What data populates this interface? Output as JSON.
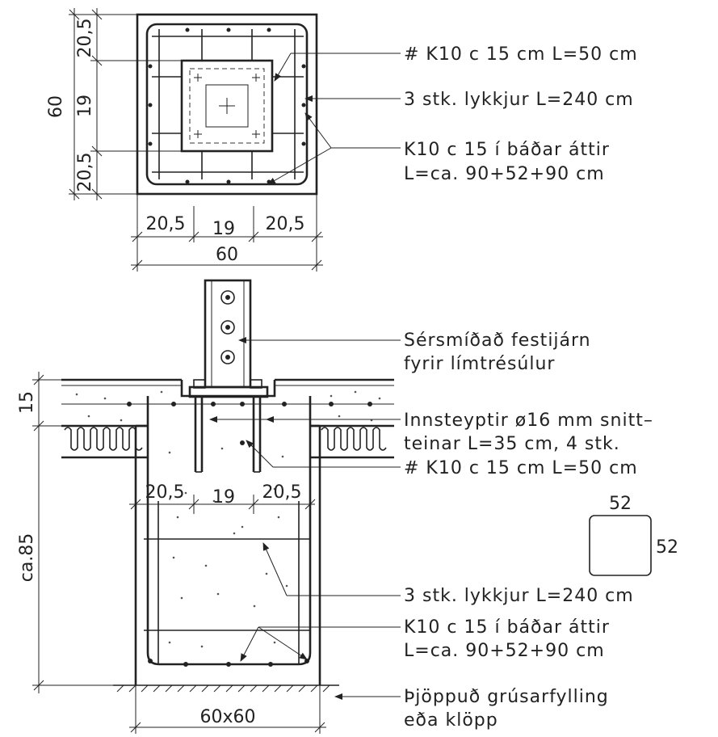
{
  "plan": {
    "dims": {
      "left_top": "20,5",
      "left_mid": "19",
      "left_bot": "20,5",
      "left_total": "60",
      "bottom_left": "20,5",
      "bottom_mid": "19",
      "bottom_right": "20,5",
      "bottom_total": "60"
    },
    "labels": {
      "mesh": "# K10 c 15 cm L=50 cm",
      "loops": "3 stk. lykkjur L=240 cm",
      "bars_line1": "K10 c 15 í báðar áttir",
      "bars_line2": "L=ca. 90+52+90 cm"
    }
  },
  "section": {
    "dims": {
      "slab": "15",
      "depth": "ca.85",
      "inner_left": "20,5",
      "inner_mid": "19",
      "inner_right": "20,5",
      "base": "60x60"
    },
    "labels": {
      "bracket_line1": "Sérsmíðað festijárn",
      "bracket_line2": "fyrir límtrésúlur",
      "bolts_line1": "Innsteyptir ø16 mm snitt–",
      "bolts_line2": "teinar L=35 cm, 4 stk.",
      "mesh": "# K10 c 15 cm L=50 cm",
      "loops": "3 stk. lykkjur L=240 cm",
      "bars_line1": "K10 c 15 í báðar áttir",
      "bars_line2": "L=ca. 90+52+90 cm",
      "fill_line1": "Þjöppuð grúsarfylling",
      "fill_line2": "eða klöpp"
    },
    "loop_detail": {
      "top": "52",
      "side": "52"
    }
  }
}
